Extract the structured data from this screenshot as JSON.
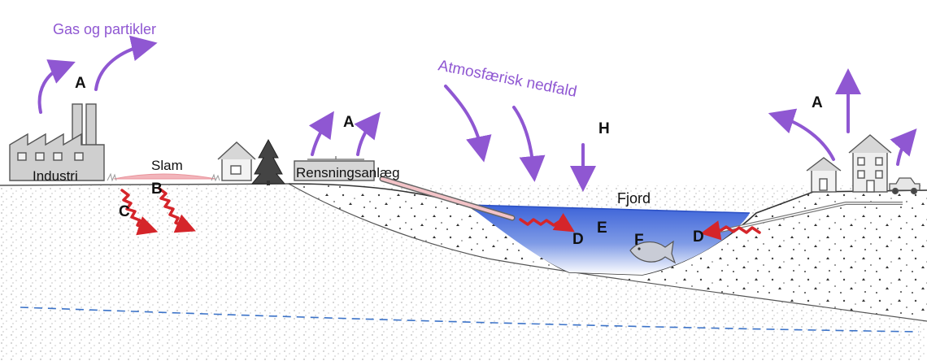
{
  "labels": {
    "gas": "Gas og partikler",
    "atmos": "Atmosfærisk nedfald",
    "industri": "Industri",
    "slam": "Slam",
    "rensning": "Rensningsanlæg",
    "fjord": "Fjord"
  },
  "letters": {
    "a_industry": "A",
    "a_plant": "A",
    "a_town": "A",
    "b": "B",
    "c": "C",
    "d_left": "D",
    "d_right": "D",
    "e": "E",
    "f": "F",
    "h": "H"
  },
  "colors": {
    "purple": "#8f57d2",
    "red": "#d5252a",
    "water_top": "#3b62d8",
    "water_bottom": "#ffffff",
    "groundwater": "#3c73c8",
    "sludge": "#f2b5bb"
  }
}
